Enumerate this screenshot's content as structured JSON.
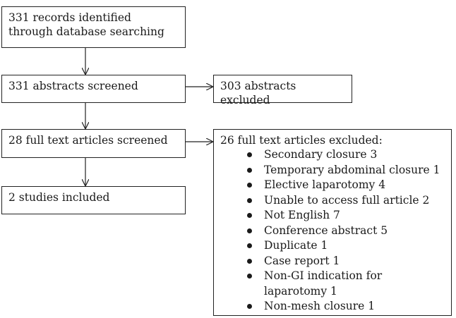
{
  "boxes": {
    "identified": "331 records identified through database searching",
    "screened": "331 abstracts screened",
    "fulltext": "28 full text articles screened",
    "included": "2 studies included",
    "abstracts_excluded": "303 abstracts excluded",
    "fulltext_excluded_title": "26 full text articles excluded:"
  },
  "exclusion_reasons": [
    "Secondary closure 3",
    "Temporary abdominal closure 1",
    "Elective laparotomy 4",
    "Unable to access full article 2",
    "Not English 7",
    "Conference abstract 5",
    "Duplicate 1",
    "Case report 1",
    "Non-GI indication for laparotomy 1",
    "Non-mesh closure 1"
  ]
}
